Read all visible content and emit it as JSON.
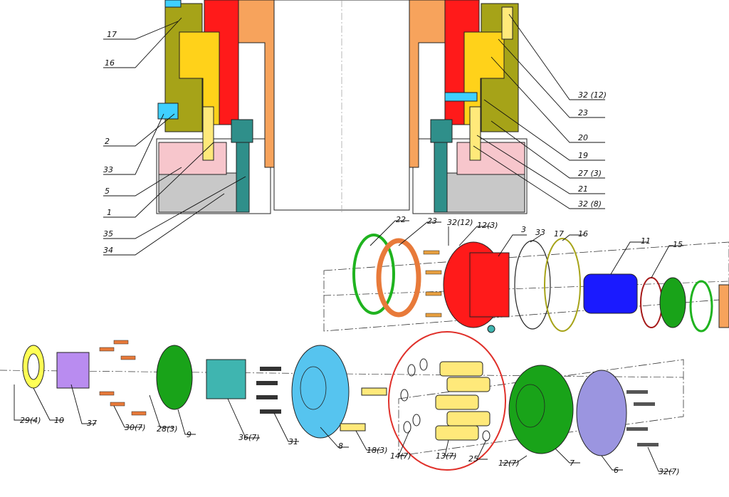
{
  "diagram": {
    "callouts": [
      "17",
      "16",
      "2",
      "33",
      "5",
      "1",
      "35",
      "34",
      "32 (12)",
      "23",
      "20",
      "19",
      "27 (3)",
      "21",
      "32 (8)",
      "22",
      "23",
      "32(12)",
      "12(3)",
      "3",
      "33",
      "17",
      "16",
      "11",
      "15",
      "29(4)",
      "10",
      "37",
      "30(7)",
      "28(3)",
      "9",
      "36(7)",
      "31",
      "8",
      "18(3)",
      "14(7)",
      "13(7)",
      "25",
      "12(7)",
      "7",
      "6",
      "32(7)"
    ],
    "colors": {
      "red": "#ff1a1a",
      "orange": "#f7a35c",
      "yellow": "#ffd21a",
      "olive": "#a6a318",
      "cyan": "#3fd0ff",
      "pink": "#f7c6cc",
      "gray": "#c8c8c8",
      "teal": "#2f8f8a",
      "blue": "#1a1aff",
      "green": "#19a319",
      "purple": "#b98cf0",
      "lightblue": "#56c4ef",
      "teal_light": "#3fb5b0",
      "lavender": "#9b95e0",
      "ring_orange": "#e87a3a",
      "ring_green": "#1fb31f",
      "highlight_circle": "#e0302a"
    }
  }
}
